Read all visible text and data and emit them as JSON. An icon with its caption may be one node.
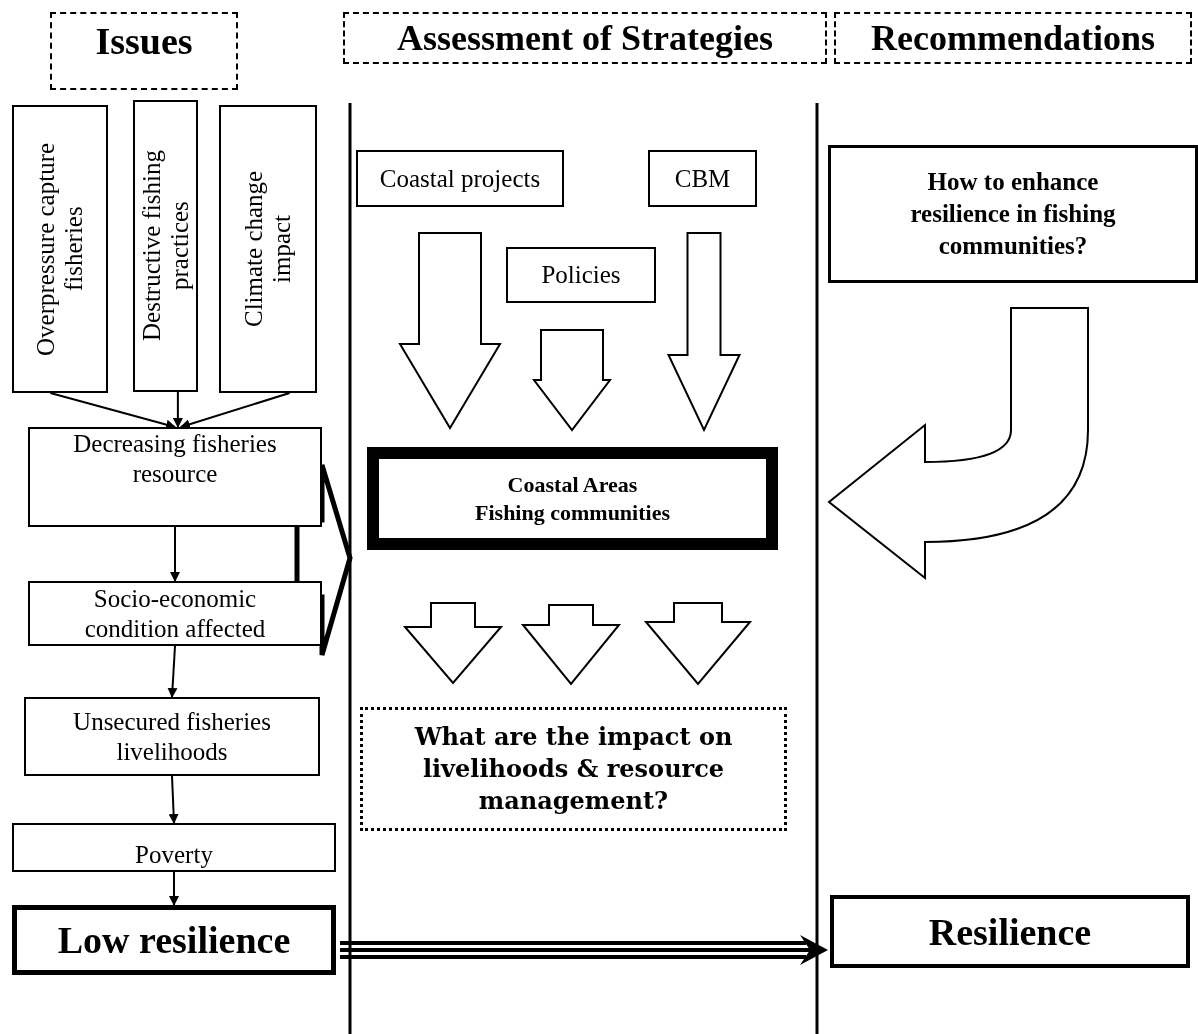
{
  "diagram": {
    "nodes": [
      {
        "text": [
          "Issues"
        ]
      },
      {
        "text": [
          "Assessment of Strategies"
        ]
      },
      {
        "text": [
          "Recommendations"
        ]
      },
      {
        "text": [
          "Overpressure capture fisheries"
        ]
      },
      {
        "text": [
          "Destructive fishing practices"
        ]
      },
      {
        "text": [
          "Climate change impact"
        ]
      },
      {
        "text": [
          "Decreasing fisheries resource"
        ]
      },
      {
        "text": [
          "Socio-economic condition affected"
        ]
      },
      {
        "text": [
          "Unsecured fisheries livelihoods"
        ]
      },
      {
        "text": [
          "Poverty"
        ]
      },
      {
        "text": [
          "Low resilience"
        ]
      },
      {
        "text": [
          "Coastal projects"
        ]
      },
      {
        "text": [
          "CBM"
        ]
      },
      {
        "text": [
          "Policies"
        ]
      },
      {
        "text": [
          "Coastal Areas Fishing communities"
        ]
      },
      {
        "text": [
          "How to enhance resilience in fishing communities?"
        ]
      },
      {
        "text": [
          "What are the impact on livelihoods & resource management?"
        ]
      },
      {
        "text": [
          "Resilience"
        ]
      }
    ],
    "edges": [
      {
        "from": 3,
        "to": 6,
        "arrow": "to"
      },
      {
        "from": 4,
        "to": 6,
        "arrow": "to"
      },
      {
        "from": 5,
        "to": 6,
        "arrow": "to"
      },
      {
        "from": 6,
        "to": 7,
        "arrow": "to"
      },
      {
        "from": 7,
        "to": 8,
        "arrow": "to"
      },
      {
        "from": 8,
        "to": 9,
        "arrow": "to"
      },
      {
        "from": 9,
        "to": 10,
        "arrow": "to"
      },
      {
        "from": 11,
        "to": 14,
        "arrow": "to",
        "style": "thick"
      },
      {
        "from": 13,
        "to": 14,
        "arrow": "to",
        "style": "thick"
      },
      {
        "from": 12,
        "to": 14,
        "arrow": "to",
        "style": "thick"
      },
      {
        "from": 6,
        "to": 14,
        "arrow": "to",
        "style": "thick"
      },
      {
        "from": 15,
        "to": 14,
        "arrow": "to",
        "style": "thick"
      },
      {
        "from": 14,
        "to": 16,
        "arrow": "to",
        "style": "thick"
      },
      {
        "from": 14,
        "to": 16,
        "arrow": "to",
        "style": "thick"
      },
      {
        "from": 14,
        "to": 16,
        "arrow": "to",
        "style": "thick"
      },
      {
        "from": 10,
        "to": 17,
        "arrow": "to",
        "style": "thick"
      }
    ]
  }
}
